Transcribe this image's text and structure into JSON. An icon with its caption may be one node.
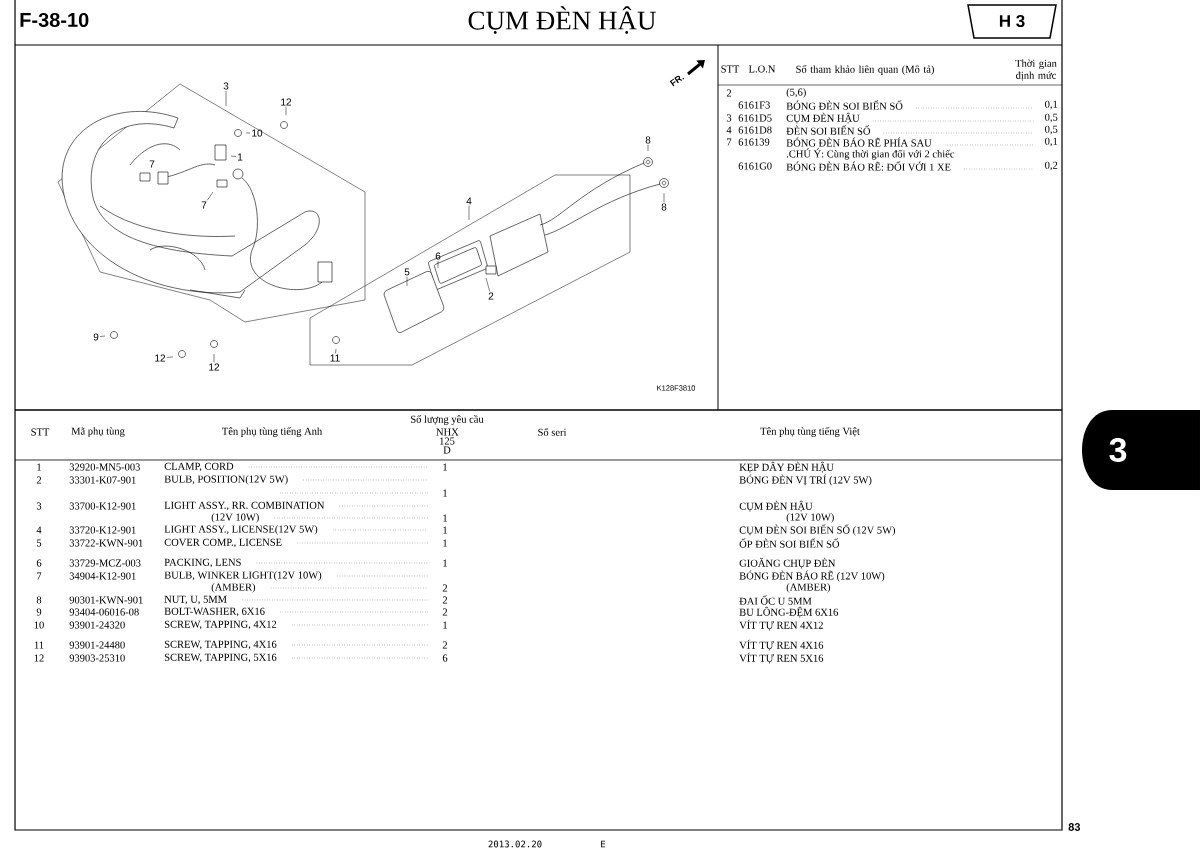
{
  "diagram": {
    "title": "CỤM ĐÈN HẬU",
    "nodes": [
      {
        "text": [
          "3"
        ]
      },
      {
        "text": [
          "12"
        ]
      },
      {
        "text": [
          "10"
        ]
      },
      {
        "text": [
          "1"
        ]
      },
      {
        "text": [
          "7"
        ]
      },
      {
        "text": [
          "7"
        ]
      },
      {
        "text": [
          "8"
        ]
      },
      {
        "text": [
          "8"
        ]
      },
      {
        "text": [
          "4"
        ]
      },
      {
        "text": [
          "6"
        ]
      },
      {
        "text": [
          "5"
        ]
      },
      {
        "text": [
          "2"
        ]
      },
      {
        "text": [
          "9"
        ]
      },
      {
        "text": [
          "12"
        ]
      },
      {
        "text": [
          "12"
        ]
      },
      {
        "text": [
          "11"
        ]
      }
    ],
    "edges": [
      {
        "from": 0,
        "to": null,
        "arrow": "none"
      },
      {
        "from": 1,
        "to": null,
        "arrow": "none"
      },
      {
        "from": 2,
        "to": null,
        "arrow": "none"
      },
      {
        "from": 3,
        "to": null,
        "arrow": "none"
      },
      {
        "from": 4,
        "to": null,
        "arrow": "none"
      },
      {
        "from": 5,
        "to": null,
        "arrow": "none"
      },
      {
        "from": 6,
        "to": null,
        "arrow": "none"
      },
      {
        "from": 7,
        "to": null,
        "arrow": "none"
      },
      {
        "from": 8,
        "to": null,
        "arrow": "none"
      },
      {
        "from": 9,
        "to": null,
        "arrow": "none"
      },
      {
        "from": 10,
        "to": null,
        "arrow": "none"
      },
      {
        "from": 11,
        "to": null,
        "arrow": "none"
      },
      {
        "from": 12,
        "to": null,
        "arrow": "none"
      },
      {
        "from": 13,
        "to": null,
        "arrow": "none"
      },
      {
        "from": 14,
        "to": null,
        "arrow": "none"
      },
      {
        "from": 15,
        "to": null,
        "arrow": "none"
      }
    ],
    "labels": [
      "F-38-10",
      "H 3",
      "FR.",
      "K128F3810",
      "STT",
      "L.O.N",
      "Số tham khảo liên quan (Mô tả)",
      "Thời gian định mức",
      "2",
      "(5,6)",
      "6161F3",
      "BÓNG ĐÈN SOI BIỂN SỐ",
      "0,1",
      "3",
      "6161D5",
      "CỤM ĐÈN HẬU",
      "0,5",
      "4",
      "6161D8",
      "ĐÈN SOI BIỂN SỐ",
      "0,5",
      "7",
      "616139",
      "BÓNG ĐÈN BÁO RẼ PHÍA SAU",
      "0,1",
      ".CHÚ Ý: Cùng thời gian đối với 2 chiếc",
      "6161G0",
      "BÓNG ĐÈN BÁO RẼ: ĐỐI VỚI 1 XE",
      "0,2",
      "STT",
      "Mã phụ tùng",
      "Tên phụ tùng tiếng Anh",
      "Số lượng yêu cầu",
      "NHX 125 D",
      "Số seri",
      "Tên phụ tùng tiếng Việt",
      "1",
      "32920-MN5-003",
      "CLAMP, CORD",
      "1",
      "KẸP DÂY ĐÈN HẬU",
      "2",
      "33301-K07-901",
      "BULB, POSITION(12V 5W)",
      "BÓNG ĐÈN VỊ TRÍ (12V 5W)",
      "1",
      "3",
      "33700-K12-901",
      "LIGHT ASSY., RR. COMBINATION",
      "CỤM ĐÈN HẬU",
      "(12V 10W)",
      "1",
      "(12V 10W)",
      "4",
      "33720-K12-901",
      "LIGHT ASSY., LICENSE(12V 5W)",
      "1",
      "CỤM ĐÈN SOI BIỂN SỐ (12V 5W)",
      "5",
      "33722-KWN-901",
      "COVER COMP., LICENSE",
      "1",
      "ỐP ĐÈN SOI BIỂN SỐ",
      "6",
      "33729-MCZ-003",
      "PACKING, LENS",
      "1",
      "GIOĂNG CHỤP ĐÈN",
      "7",
      "34904-K12-901",
      "BULB, WINKER LIGHT(12V 10W)",
      "BÓNG ĐÈN BÁO RẼ (12V 10W)",
      "(AMBER)",
      "2",
      "(AMBER)",
      "8",
      "90301-KWN-901",
      "NUT, U, 5MM",
      "2",
      "ĐAI ỐC U 5MM",
      "9",
      "93404-06016-08",
      "BOLT-WASHER, 6X16",
      "2",
      "BU LÔNG-ĐỆM 6X16",
      "10",
      "93901-24320",
      "SCREW, TAPPING, 4X12",
      "1",
      "VÍT TỰ REN 4X12",
      "11",
      "93901-24480",
      "SCREW, TAPPING, 4X16",
      "2",
      "VÍT TỰ REN 4X16",
      "12",
      "93903-25310",
      "SCREW, TAPPING, 5X16",
      "6",
      "VÍT TỰ REN 5X16",
      "3",
      "83",
      "2013.02.20",
      "E"
    ]
  }
}
